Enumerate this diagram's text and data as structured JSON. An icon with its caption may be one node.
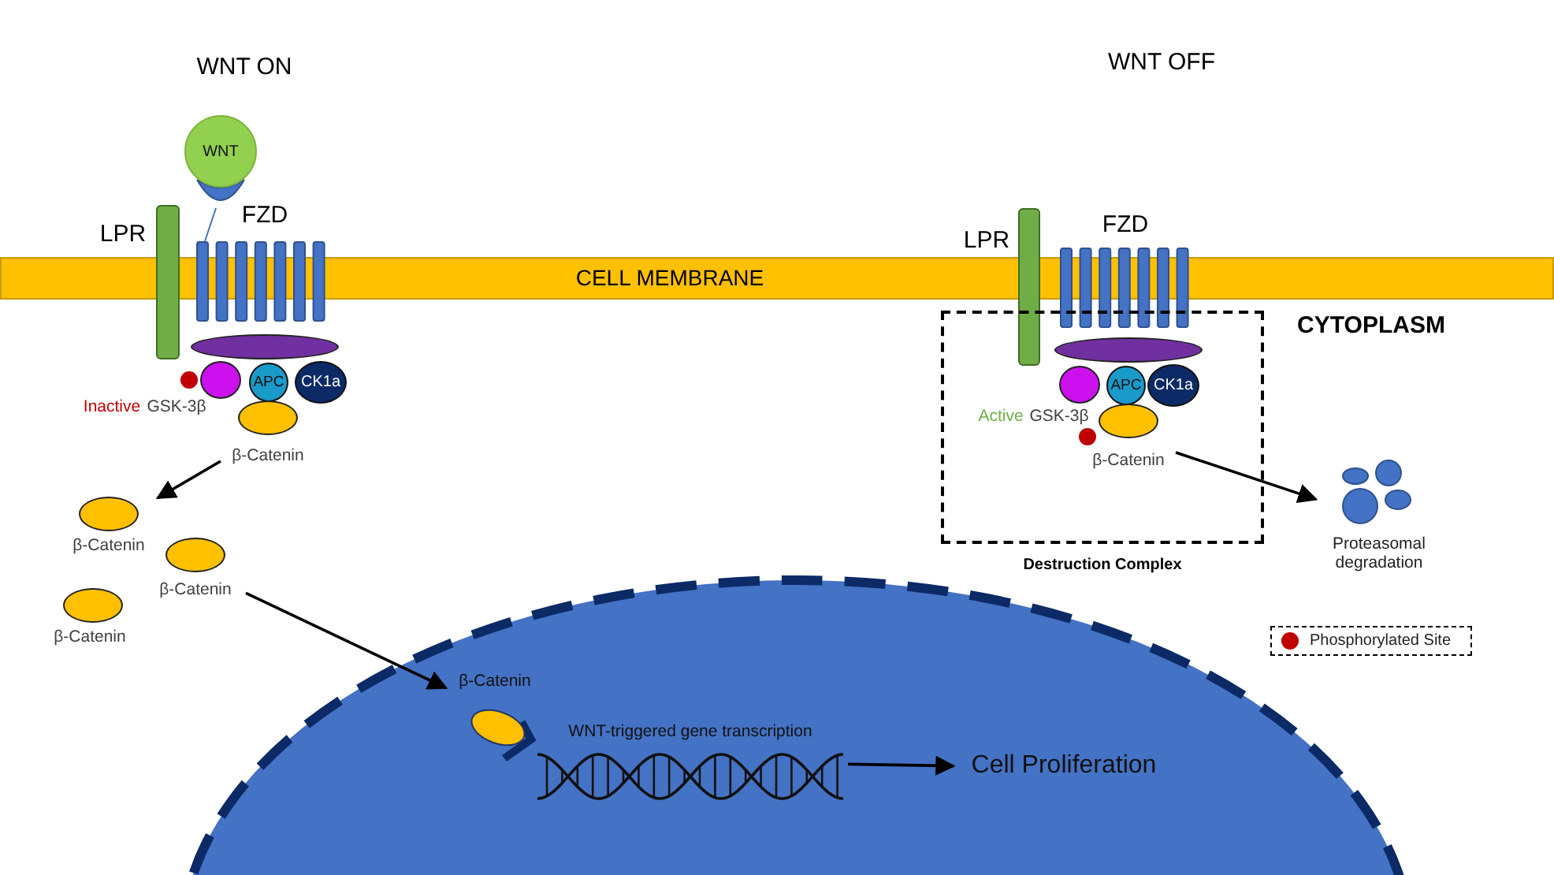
{
  "diagram": {
    "nodes": [
      {
        "text": [
          "CELL MEMBRANE"
        ]
      },
      {
        "text": [
          "WNT"
        ]
      },
      {
        "text": [
          "LPR"
        ]
      },
      {
        "text": [
          "FZD"
        ]
      },
      {
        "text": [
          "Inactive",
          "GSK-3β"
        ]
      },
      {
        "text": [
          "APC"
        ]
      },
      {
        "text": [
          "CK1a"
        ]
      },
      {
        "text": [
          "β-Catenin"
        ]
      },
      {
        "text": [
          "β-Catenin"
        ]
      },
      {
        "text": [
          "β-Catenin"
        ]
      },
      {
        "text": [
          "β-Catenin"
        ]
      },
      {
        "text": [
          "LPR"
        ]
      },
      {
        "text": [
          "FZD"
        ]
      },
      {
        "text": [
          "Destruction Complex"
        ]
      },
      {
        "text": [
          "Active",
          "GSK-3β"
        ],
        "in": 13
      },
      {
        "text": [
          "APC"
        ],
        "in": 13
      },
      {
        "text": [
          "CK1a"
        ],
        "in": 13
      },
      {
        "text": [
          "β-Catenin"
        ],
        "in": 13
      },
      {
        "text": [
          "Proteasomal degradation"
        ]
      },
      {
        "text": [
          "β-Catenin"
        ]
      },
      {
        "text": [
          "WNT-triggered gene transcription"
        ]
      },
      {
        "text": [
          "Cell Proliferation"
        ]
      },
      {
        "text": [],
        "shape": "ellipse"
      },
      {
        "text": [],
        "shape": "ellipse",
        "in": 13
      }
    ],
    "edges": [
      {
        "from": 7,
        "to": 8,
        "arrow": "to"
      },
      {
        "from": 9,
        "to": 19,
        "arrow": "to"
      },
      {
        "from": 17,
        "to": 18,
        "arrow": "to"
      },
      {
        "from": 20,
        "to": 21,
        "arrow": "to"
      }
    ],
    "labels": [
      "WNT ON",
      "WNT OFF",
      "CYTOPLASM"
    ],
    "legend": [
      {
        "text": "Phosphorylated Site",
        "color": "#c00000"
      }
    ]
  }
}
